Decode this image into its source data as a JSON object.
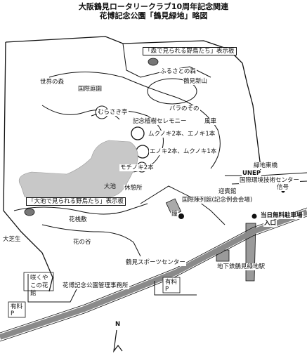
{
  "title": {
    "line1": "大阪鶴見ロータリークラブ10周年記念関連",
    "line2": "花博記念公園「鶴見緑地」略図"
  },
  "colors": {
    "pond": "#c8c8c8",
    "road": "#8a8a8a",
    "ink": "#111111",
    "building": "#9a9a9a",
    "marker": "#777777"
  },
  "labels": {
    "forest_birds_sign": "「森で見られる野鳥たち」表示板",
    "pond_birds_sign": "「大池で見られる野鳥たち」表示板",
    "furusato_forest": "ふるさとの森",
    "world_forest": "世界の森",
    "tsurumi_shinzan": "鶴見新山",
    "international_garden": "国際庭園",
    "murasaki_tei": "むらさき亭",
    "rose_garden": "バラのその",
    "ceremony": "記念植樹セレモニー",
    "kansha": "風車",
    "tree1": "ムクノキ2本、エノキ1本",
    "tree2": "エノキ2本、ムクノキ1本",
    "tree3": "モチノキ2本",
    "oike": "大池",
    "rest_area": "休憩所",
    "green_east_bridge": "緑地東橋",
    "unep": "UNEP",
    "intl_tech_center": "国際環境技術センター",
    "signal": "信号",
    "meeting_hall": "迎賓館",
    "exhibition_hall": "国際陳列館(記念例会会場)",
    "today_parking": "当日無料駐車場",
    "entrance": "入口",
    "hanakizuki": "花桟敷",
    "kane": "鐘",
    "big_lawn": "大芝生",
    "flower_valley": "花の谷",
    "sports_center": "鶴見スポーツセンター",
    "subway_station": "地下鉄鶴見緑地駅",
    "sakuya": "咲くやこの花館",
    "park_office": "花博記念公園管理事務所",
    "parking_p1": "有料P",
    "parking_p2": "有料P",
    "north": "N"
  }
}
